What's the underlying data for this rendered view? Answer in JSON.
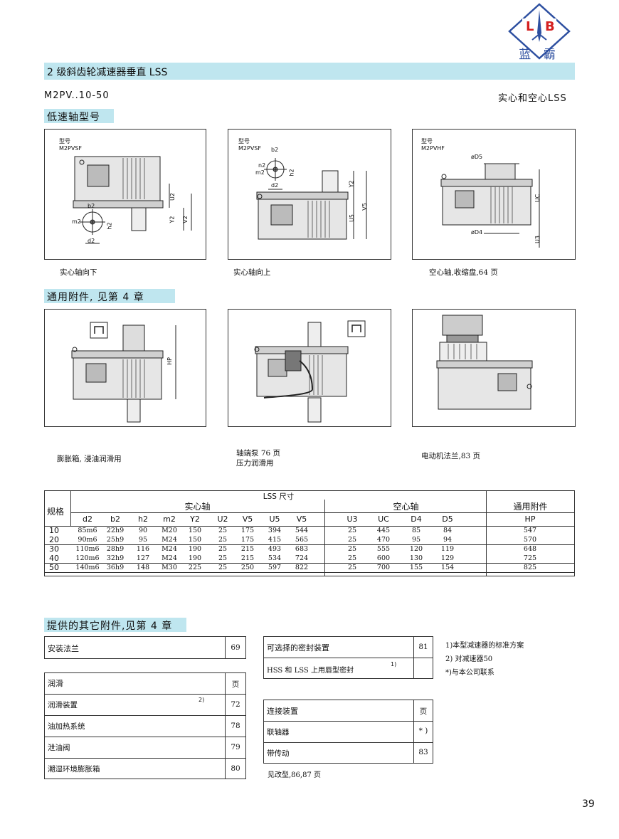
{
  "header": {
    "logo_letters": "LB",
    "logo_text": "蓝 霸",
    "title": "2 级斜齿轮减速器垂直 LSS",
    "model": "M2PV..10-50",
    "subtitle_right": "实心和空心LSS"
  },
  "section_low_speed": {
    "heading": "低速轴型号",
    "panels": [
      {
        "type_label": "型号",
        "model": "M2PVSF",
        "caption": "实心轴向下"
      },
      {
        "type_label": "型号",
        "model": "M2PVSF",
        "caption": "实心轴向上"
      },
      {
        "type_label": "型号",
        "model": "M2PVHF",
        "caption": "空心轴,收缩盘,64 页"
      }
    ],
    "dim_labels": {
      "b2": "b2",
      "m2": "m2",
      "n2": "n2",
      "h2": "h2",
      "d2": "d2",
      "u2": "U2",
      "y2": "Y2",
      "v2": "V2",
      "u5": "U5",
      "v5": "V5",
      "d5": "øD5",
      "d4": "øD4",
      "uc": "UC",
      "u3": "U3"
    }
  },
  "section_accessories": {
    "heading": "通用附件, 见第 4 章",
    "hp_label": "HP",
    "captions": [
      {
        "line1": "膨胀箱, 浸油润滑用",
        "line2": ""
      },
      {
        "line1": "轴端泵 76 页",
        "line2": "压力润滑用"
      },
      {
        "line1": "电动机法兰,83 页",
        "line2": ""
      }
    ]
  },
  "table": {
    "lss_title": "LSS 尺寸",
    "size_header": "规格",
    "solid_header": "实心轴",
    "hollow_header": "空心轴",
    "acc_header": "通用附件",
    "solid_cols": [
      "d2",
      "b2",
      "h2",
      "m2",
      "Y2",
      "U2",
      "V5",
      "U5",
      "V5"
    ],
    "hollow_cols": [
      "U3",
      "UC",
      "D4",
      "D5"
    ],
    "acc_cols": [
      "HP"
    ],
    "rows": [
      {
        "size": "10",
        "solid": [
          "85m6",
          "22h9",
          "90",
          "M20",
          "150",
          "25",
          "175",
          "394",
          "544"
        ],
        "hollow": [
          "25",
          "445",
          "85",
          "84"
        ],
        "acc": [
          "547"
        ]
      },
      {
        "size": "20",
        "solid": [
          "90m6",
          "25h9",
          "95",
          "M24",
          "150",
          "25",
          "175",
          "415",
          "565"
        ],
        "hollow": [
          "25",
          "470",
          "95",
          "94"
        ],
        "acc": [
          "570"
        ]
      },
      {
        "size": "30",
        "solid": [
          "110m6",
          "28h9",
          "116",
          "M24",
          "190",
          "25",
          "215",
          "493",
          "683"
        ],
        "hollow": [
          "25",
          "555",
          "120",
          "119"
        ],
        "acc": [
          "648"
        ]
      },
      {
        "size": "40",
        "solid": [
          "120m6",
          "32h9",
          "127",
          "M24",
          "190",
          "25",
          "215",
          "534",
          "724"
        ],
        "hollow": [
          "25",
          "600",
          "130",
          "129"
        ],
        "acc": [
          "725"
        ]
      },
      {
        "size": "50",
        "solid": [
          "140m6",
          "36h9",
          "148",
          "M30",
          "225",
          "25",
          "250",
          "597",
          "822"
        ],
        "hollow": [
          "25",
          "700",
          "155",
          "154"
        ],
        "acc": [
          "825"
        ]
      }
    ]
  },
  "other_accessories": {
    "heading": "提供的其它附件,见第 4 章",
    "mount_flange": {
      "label": "安装法兰",
      "page": "69"
    },
    "lubrication": {
      "title": "润滑",
      "page_header": "页",
      "items": [
        {
          "label": "润滑装置",
          "note": "2)",
          "page": "72"
        },
        {
          "label": "油加热系统",
          "note": "",
          "page": "78"
        },
        {
          "label": "泄油阀",
          "note": "",
          "page": "79"
        },
        {
          "label": "潮湿环境膨胀箱",
          "note": "",
          "page": "80"
        }
      ]
    },
    "seals": {
      "title": "可选择的密封装置",
      "page": "81",
      "item": "HSS 和 LSS 上用唇型密封",
      "note": "1)"
    },
    "connections": {
      "title": "连接装置",
      "page_header": "页",
      "items": [
        {
          "label": "联轴器",
          "page": "* )"
        },
        {
          "label": "带传动",
          "page": "83"
        }
      ],
      "footnote": "见改型,86,87 页"
    },
    "notes": [
      "1)本型减速器的标准方案",
      "2) 对减速器50",
      "*)与本公司联系"
    ]
  },
  "page_number": "39"
}
